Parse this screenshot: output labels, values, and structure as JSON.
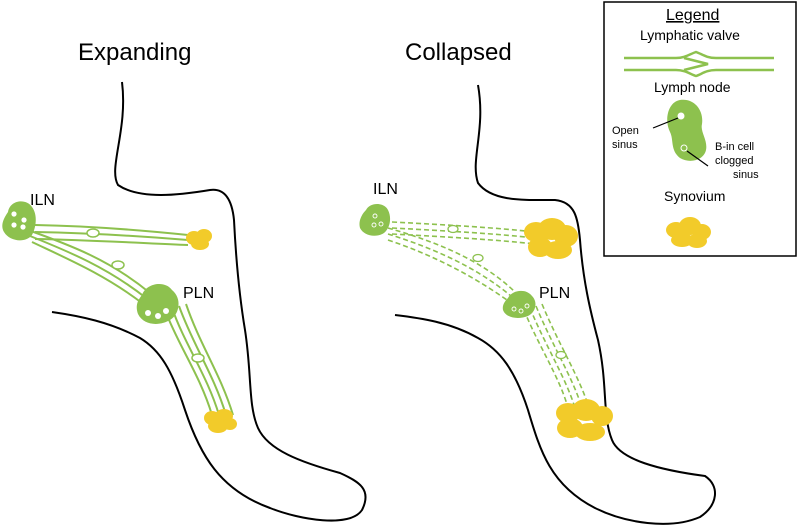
{
  "colors": {
    "node_green": "#8dc14e",
    "vessel_green": "#8dc14e",
    "synovium_yellow": "#f2cb2a",
    "outline": "#000000",
    "background": "#ffffff"
  },
  "panels": {
    "left": {
      "title": "Expanding",
      "iln_label": "ILN",
      "pln_label": "PLN"
    },
    "right": {
      "title": "Collapsed",
      "iln_label": "ILN",
      "pln_label": "PLN"
    }
  },
  "legend": {
    "title": "Legend",
    "valve_label": "Lymphatic valve",
    "node_label": "Lymph node",
    "open_sinus_line1": "Open",
    "open_sinus_line2": "sinus",
    "clogged_line1": "B-in cell",
    "clogged_line2": "clogged",
    "clogged_line3": "sinus",
    "synovium_label": "Synovium"
  }
}
